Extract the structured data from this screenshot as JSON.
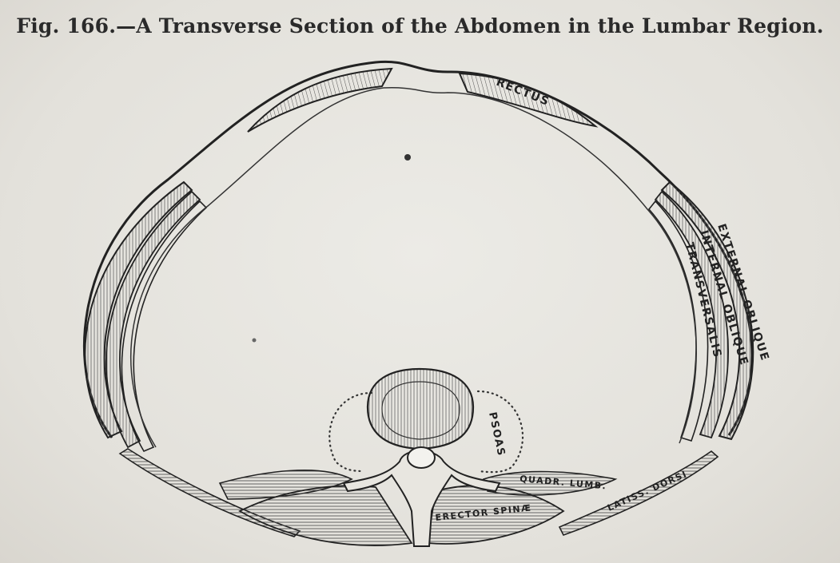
{
  "figure": {
    "caption": "Fig. 166.—A Transverse Section of the Abdomen in the Lumbar Region."
  },
  "labels": {
    "rectus": "RECTUS",
    "external_oblique": "EXTERNAL OBLIQUE",
    "internal_oblique": "INTERNAL OBLIQUE",
    "transversalis": "TRANSVERSALIS",
    "psoas": "PSOAS",
    "quadr_lumb": "QUADR. LUMB.",
    "erector_spinae": "ERECTOR SPINÆ",
    "latiss_dorsi": "LATISS. DORSI"
  },
  "colors": {
    "paper": "#e6e4de",
    "ink": "#222222"
  }
}
